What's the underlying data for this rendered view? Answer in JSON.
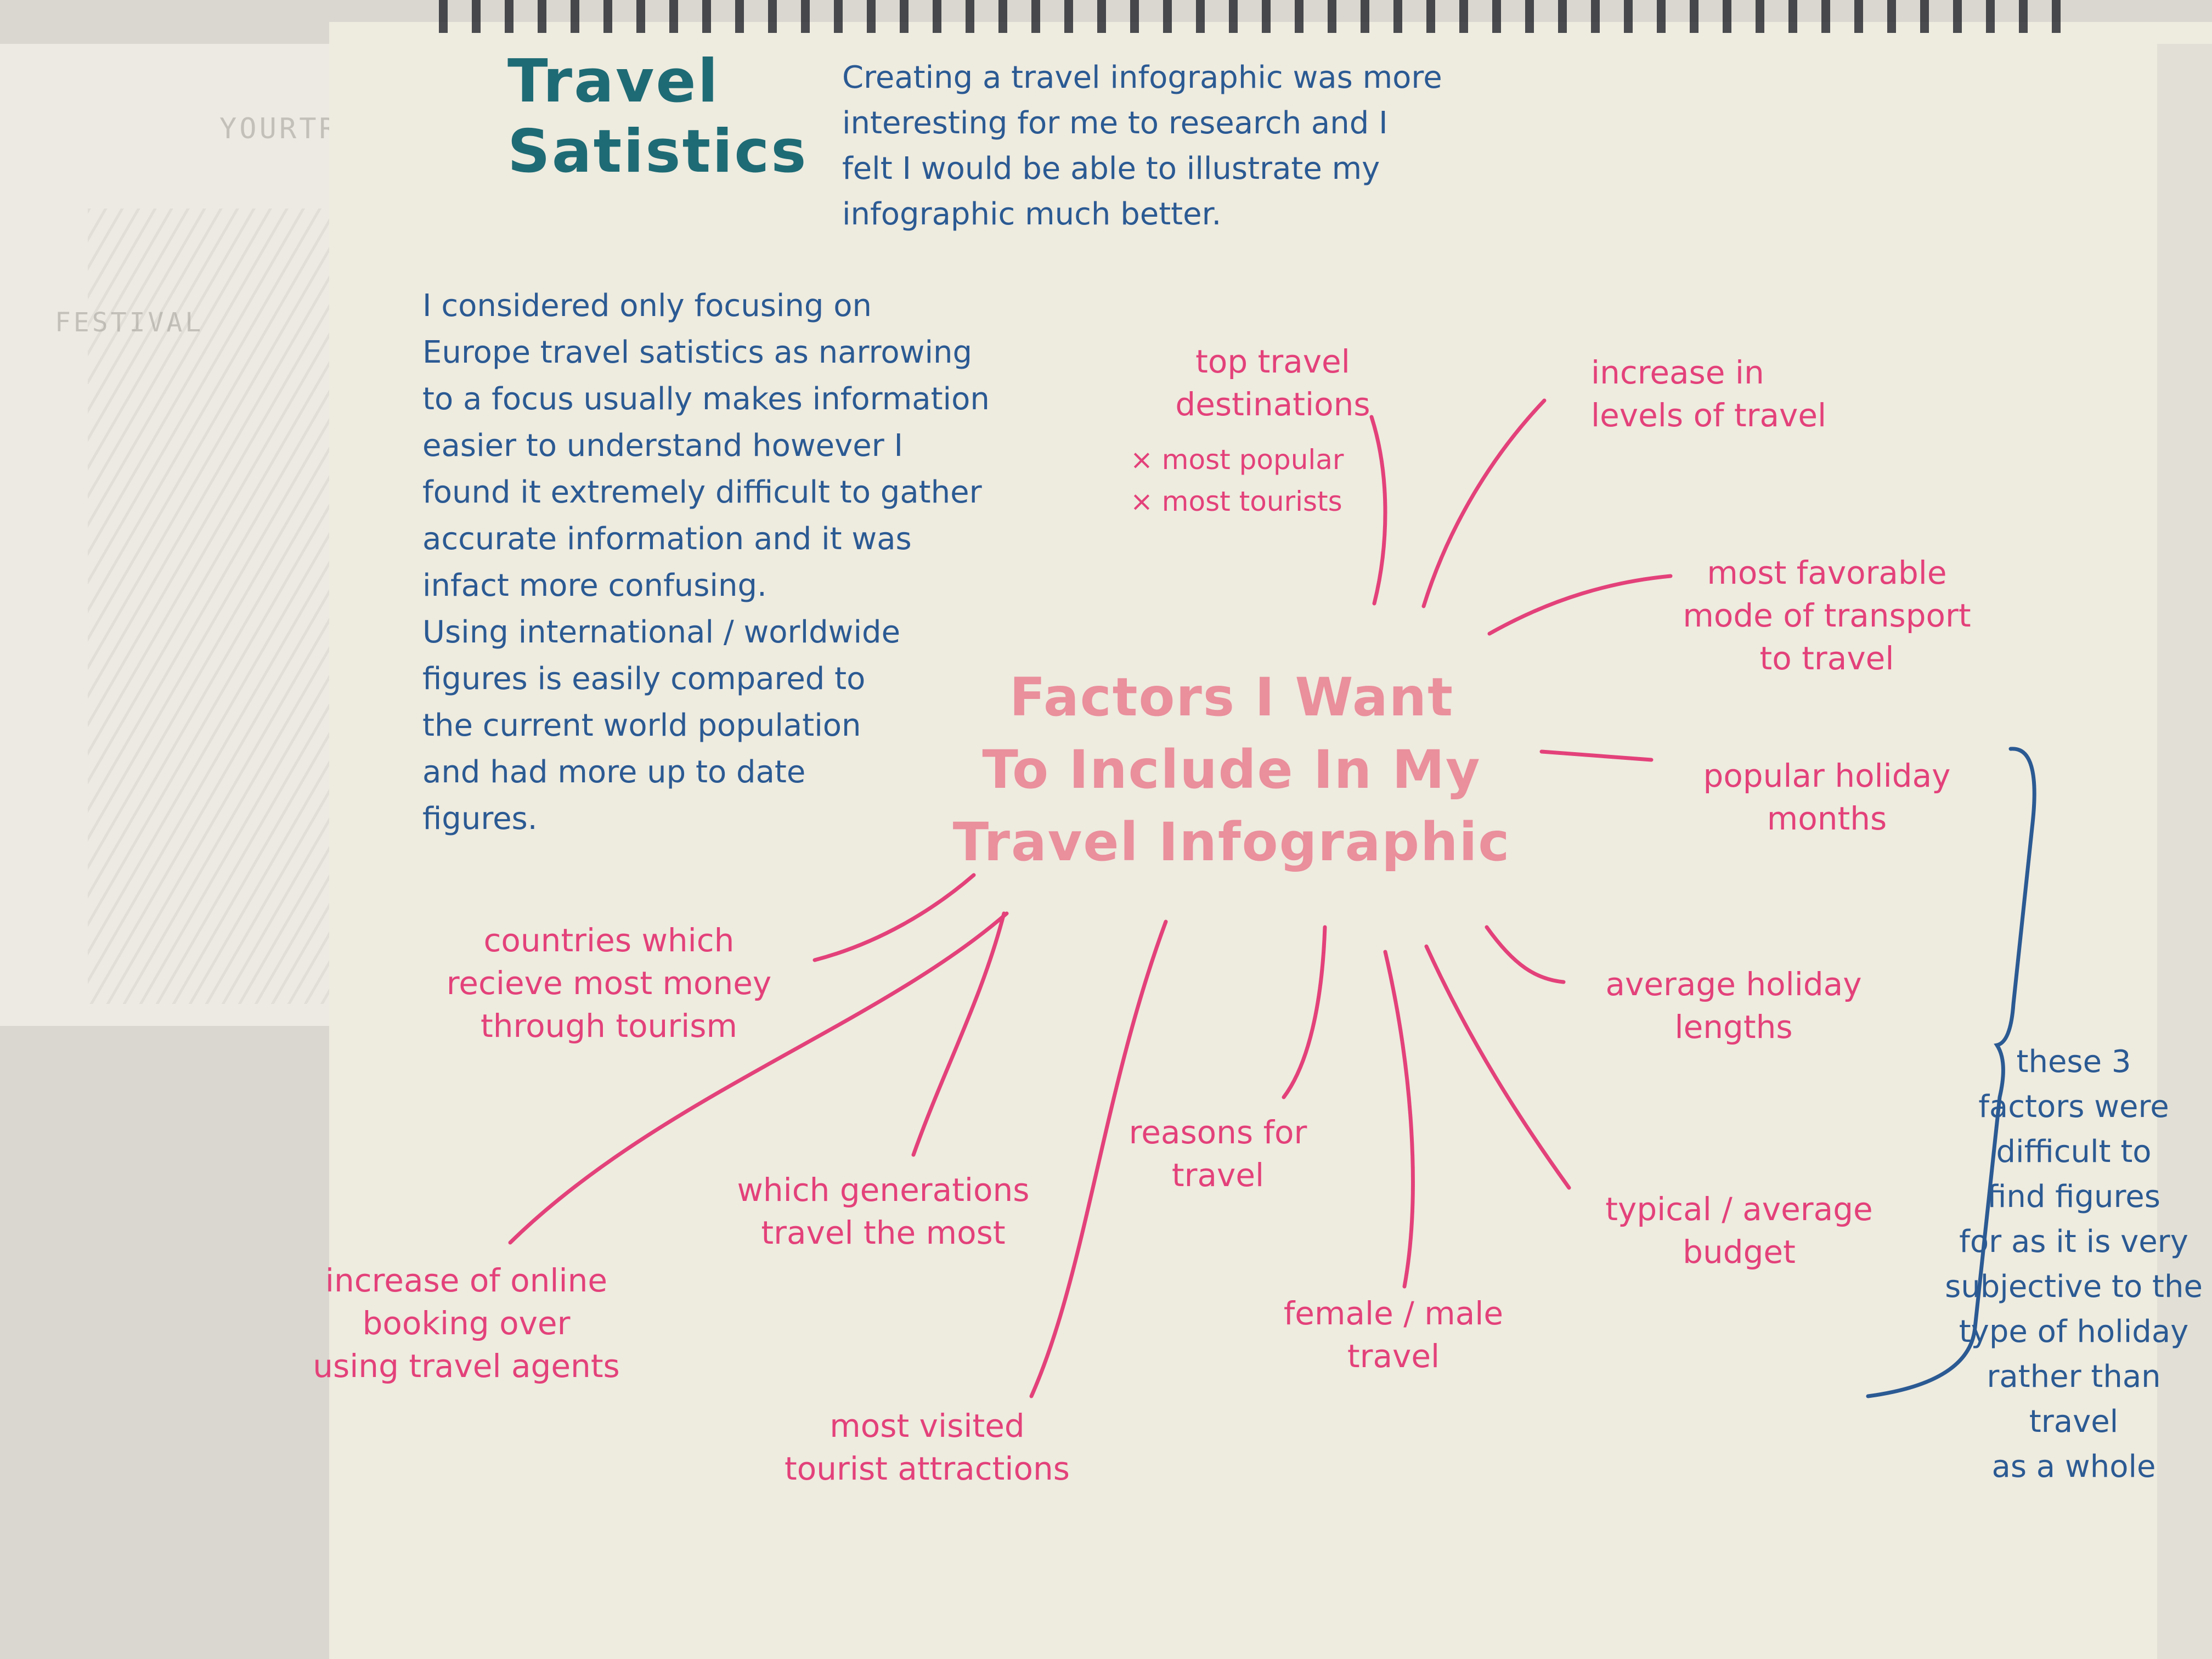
{
  "title": "Travel\nSatistics",
  "intro": "Creating a travel infographic was more\ninteresting for me to research and I\nfelt I would be able to illustrate my\ninfographic much better.",
  "body": "I considered only focusing on\nEurope travel satistics as narrowing\nto a focus usually makes information\neasier to understand however I\nfound it extremely difficult to gather\naccurate information and it was\ninfact more confusing.\nUsing international / worldwide\nfigures is easily compared to\nthe current world population\nand had more up to date\nfigures.",
  "center": "Factors I Want\nTo Include In My\nTravel Infographic",
  "factors": {
    "top_destinations": "top travel\ndestinations",
    "most_popular": "× most popular",
    "most_tourists": "× most tourists",
    "increase_levels": "increase in\nlevels of travel",
    "favorable_mode": "most favorable\nmode of transport\nto travel",
    "holiday_months": "popular holiday\nmonths",
    "holiday_lengths": "average holiday\nlengths",
    "budget": "typical / average\nbudget",
    "female_male": "female / male\ntravel",
    "reasons": "reasons for\ntravel",
    "attractions": "most visited\ntourist attractions",
    "generations": "which generations\ntravel the most",
    "online_booking": "increase of online\nbooking over\nusing travel agents",
    "money_countries": "countries which\nrecieve most money\nthrough tourism"
  },
  "note": "these 3\nfactors were\ndifficult to\nfind figures\nfor as it is very\nsubjective to the\ntype of holiday\nrather than travel\nas a whole",
  "ghost": {
    "top": "YOURTRIP",
    "mid": "FESTIVAL"
  },
  "colors": {
    "pink": "#e3417a",
    "blue": "#2b5a93",
    "teal": "#1e6b75",
    "paper": "#eeebdf"
  }
}
